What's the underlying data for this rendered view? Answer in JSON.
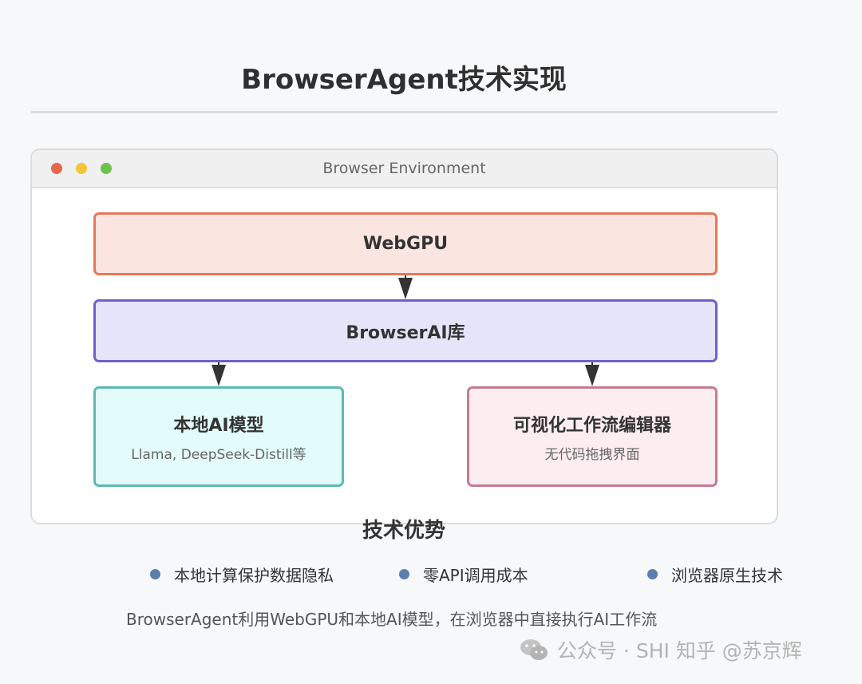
{
  "title": "BrowserAgent技术实现",
  "browser": {
    "window_title": "Browser Environment"
  },
  "nodes": {
    "webgpu": {
      "label": "WebGPU"
    },
    "browserai": {
      "label": "BrowserAI库"
    },
    "local_ai": {
      "label": "本地AI模型",
      "sub": "Llama, DeepSeek-Distill等"
    },
    "workflow": {
      "label": "可视化工作流编辑器",
      "sub": "无代码拖拽界面"
    }
  },
  "advantages": {
    "title": "技术优势",
    "items": [
      "本地计算保护数据隐私",
      "零API调用成本",
      "浏览器原生技术"
    ]
  },
  "summary": "BrowserAgent利用WebGPU和本地AI模型，在浏览器中直接执行AI工作流",
  "watermark": "公众号 · SHI 知乎 @苏京辉",
  "colors": {
    "webgpu_border": "#e3785a",
    "browserai_border": "#6e61c9",
    "local_ai_border": "#5db9b2",
    "workflow_border": "#c57c93",
    "bullet": "#5a7fae"
  }
}
